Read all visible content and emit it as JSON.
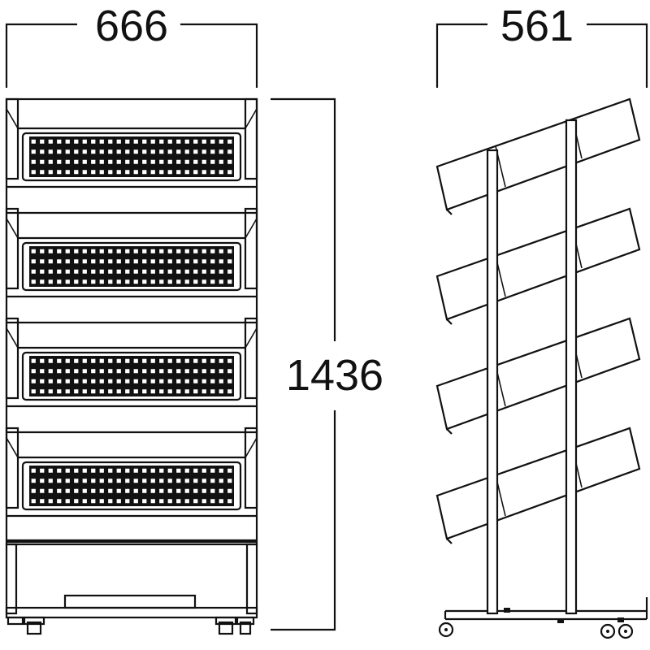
{
  "dimensions": {
    "front_width": "666",
    "side_depth": "561",
    "height": "1436"
  },
  "colors": {
    "line": "#111111",
    "background": "#ffffff"
  },
  "front_view": {
    "shelf_count": 4,
    "hole_rows": 4,
    "hole_cols": 24
  },
  "side_view": {
    "shelf_count": 4
  }
}
